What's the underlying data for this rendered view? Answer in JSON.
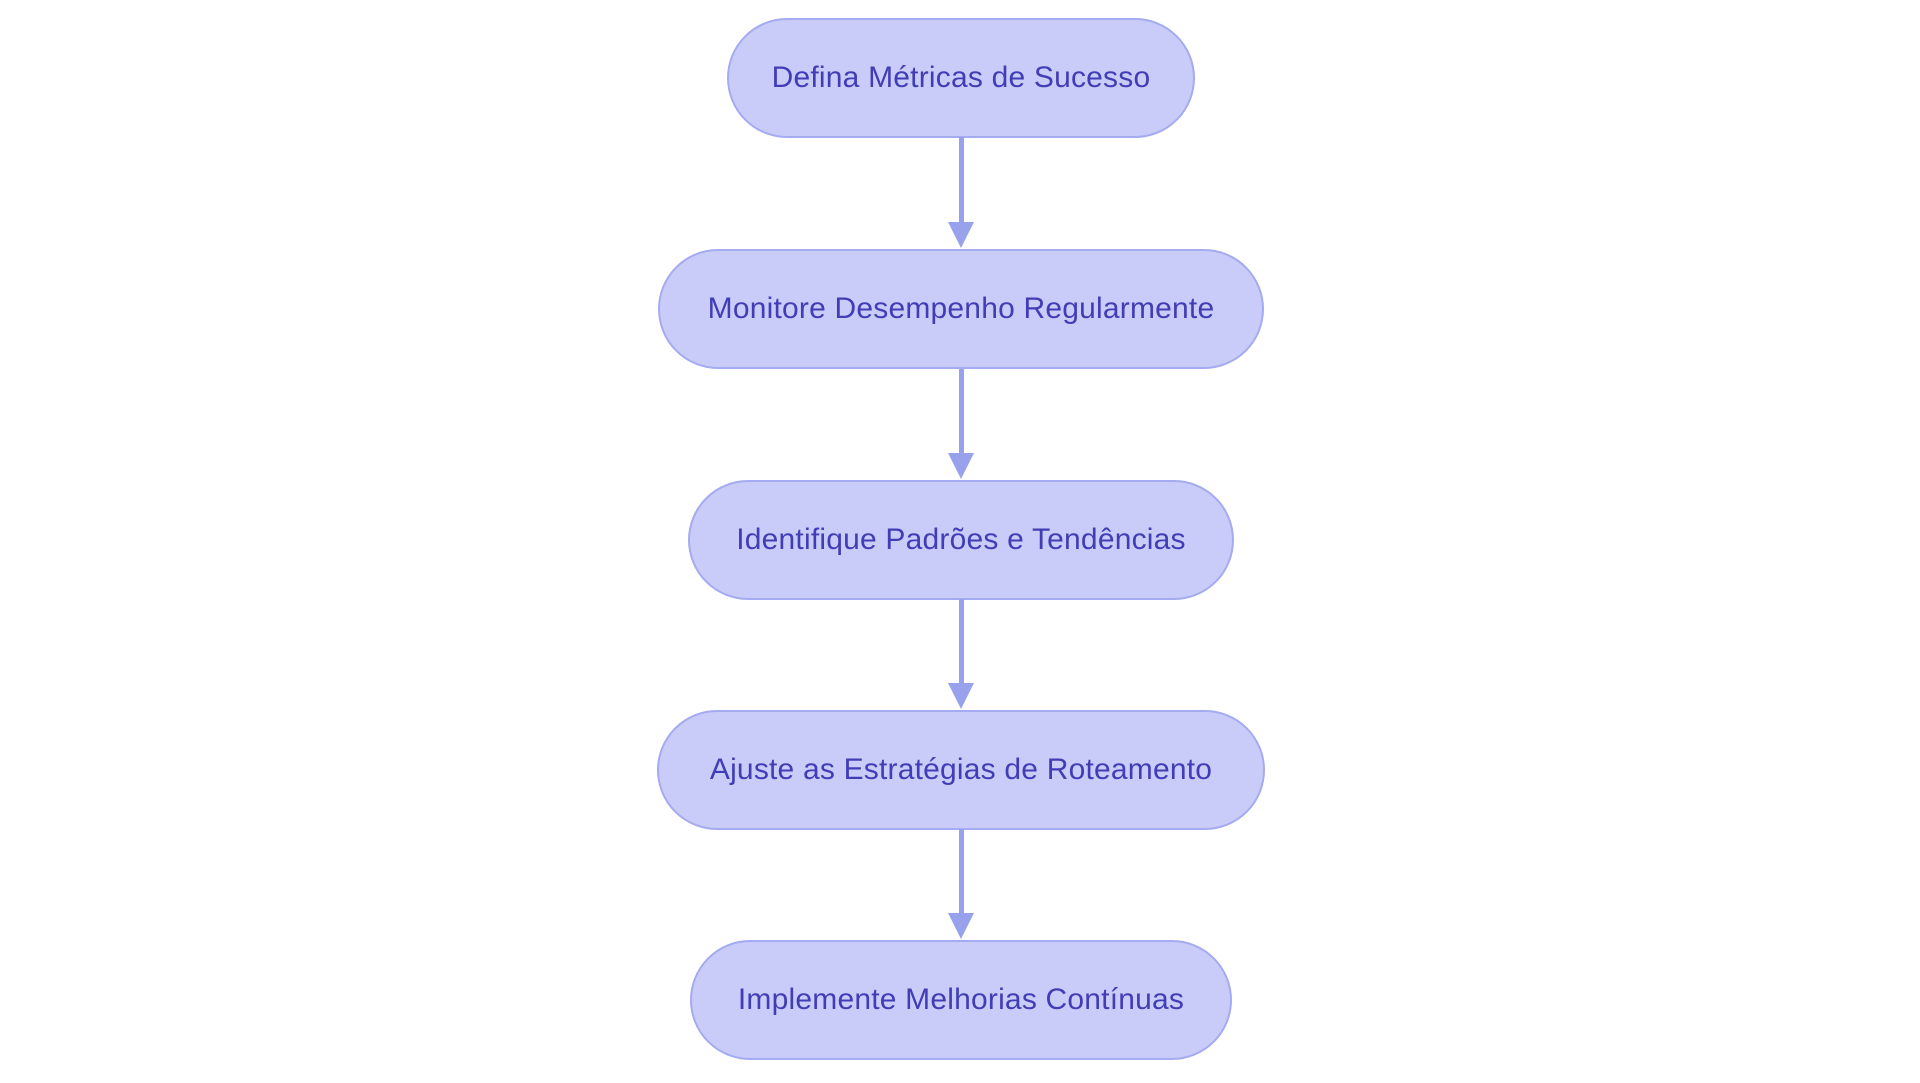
{
  "diagram": {
    "type": "flowchart",
    "direction": "top-down",
    "language": "pt-BR",
    "nodes": [
      {
        "id": 1,
        "label": "Defina Métricas de Sucesso"
      },
      {
        "id": 2,
        "label": "Monitore Desempenho Regularmente"
      },
      {
        "id": 3,
        "label": "Identifique Padrões e Tendências"
      },
      {
        "id": 4,
        "label": "Ajuste as Estratégias de Roteamento"
      },
      {
        "id": 5,
        "label": "Implemente Melhorias Contínuas"
      }
    ],
    "edges": [
      {
        "from": 1,
        "to": 2
      },
      {
        "from": 2,
        "to": 3
      },
      {
        "from": 3,
        "to": 4
      },
      {
        "from": 4,
        "to": 5
      }
    ],
    "colors": {
      "node_fill": "#c9ccf8",
      "node_border": "#a5abf0",
      "node_text": "#413db6",
      "arrow": "#98a1ec",
      "background": "#ffffff"
    }
  }
}
